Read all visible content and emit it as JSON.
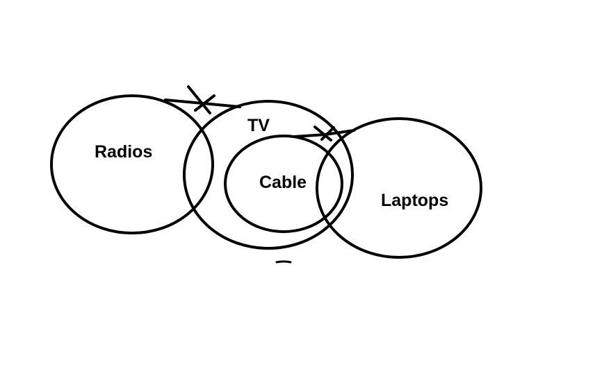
{
  "diagram": {
    "labels": {
      "radios": "Radios",
      "tv": "TV",
      "cable": "Cable",
      "laptops": "Laptops"
    },
    "colors": {
      "stroke": "#000000",
      "text": "#000000",
      "background": "#ffffff"
    }
  }
}
